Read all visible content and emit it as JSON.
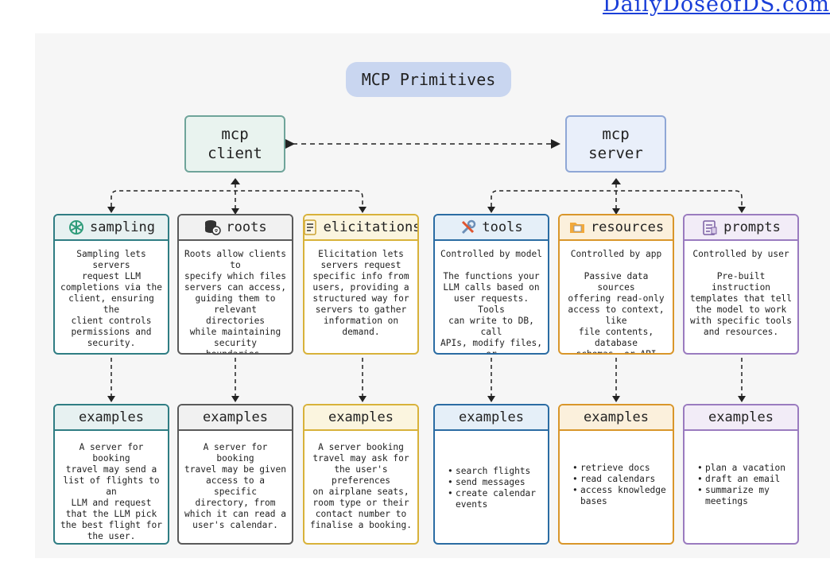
{
  "brand": "DailyDoseofDS.com",
  "title": "MCP Primitives",
  "client": {
    "label": "mcp\nclient"
  },
  "server": {
    "label": "mcp\nserver"
  },
  "primitives": [
    {
      "name": "sampling",
      "icon": "openai-logo-icon",
      "color": "#2f7d83",
      "head_bg": "#e7f1f1",
      "subtitle": "",
      "description": "Sampling lets servers\nrequest LLM\ncompletions via the\nclient, ensuring the\nclient controls\npermissions and\nsecurity."
    },
    {
      "name": "roots",
      "icon": "database-fingerprint-icon",
      "color": "#5a5a5a",
      "head_bg": "#f1f1f1",
      "subtitle": "",
      "description": "Roots allow clients to\nspecify which files\nservers can access,\nguiding them to\nrelevant directories\nwhile maintaining\nsecurity boundaries."
    },
    {
      "name": "elicitations",
      "icon": "form-document-icon",
      "color": "#d8b23a",
      "head_bg": "#fbf5df",
      "subtitle": "",
      "description": "Elicitation lets\nservers request\nspecific info from\nusers, providing a\nstructured way for\nservers to gather\ninformation on\ndemand."
    },
    {
      "name": "tools",
      "icon": "wrench-screwdriver-icon",
      "color": "#2b6ca3",
      "head_bg": "#e5eff8",
      "subtitle": "Controlled by model",
      "description": "The functions your\nLLM calls based on\nuser requests. Tools\ncan write to DB, call\nAPIs, modify files, or\ntrigger logic."
    },
    {
      "name": "resources",
      "icon": "folder-icon",
      "color": "#d9962a",
      "head_bg": "#fbf0dc",
      "subtitle": "Controlled by app",
      "description": "Passive data sources\noffering read-only\naccess to context, like\nfile contents, database\nschemas, or API docs."
    },
    {
      "name": "prompts",
      "icon": "clipboard-list-icon",
      "color": "#9a7bbf",
      "head_bg": "#f2ecf7",
      "subtitle": "Controlled by user",
      "description": "Pre-built instruction\ntemplates that tell\nthe model to work\nwith specific tools\nand resources."
    }
  ],
  "examples": [
    {
      "heading": "examples",
      "text": "A server for booking\ntravel may send a\nlist of flights to an\nLLM and request\nthat the LLM pick\nthe best flight for\nthe user.",
      "items": []
    },
    {
      "heading": "examples",
      "text": "A server for booking\ntravel may be given\naccess to a specific\ndirectory, from\nwhich it can read a\nuser's calendar.",
      "items": []
    },
    {
      "heading": "examples",
      "text": "A server booking\ntravel may ask for\nthe user's preferences\non airplane seats,\nroom type or their\ncontact number to\nfinalise a booking.",
      "items": []
    },
    {
      "heading": "examples",
      "text": "",
      "items": [
        "search flights",
        "send messages",
        "create calendar\nevents"
      ]
    },
    {
      "heading": "examples",
      "text": "",
      "items": [
        "retrieve docs",
        "read calendars",
        "access knowledge\nbases"
      ]
    },
    {
      "heading": "examples",
      "text": "",
      "items": [
        "plan a vacation",
        "draft an email",
        "summarize my\nmeetings"
      ]
    }
  ]
}
